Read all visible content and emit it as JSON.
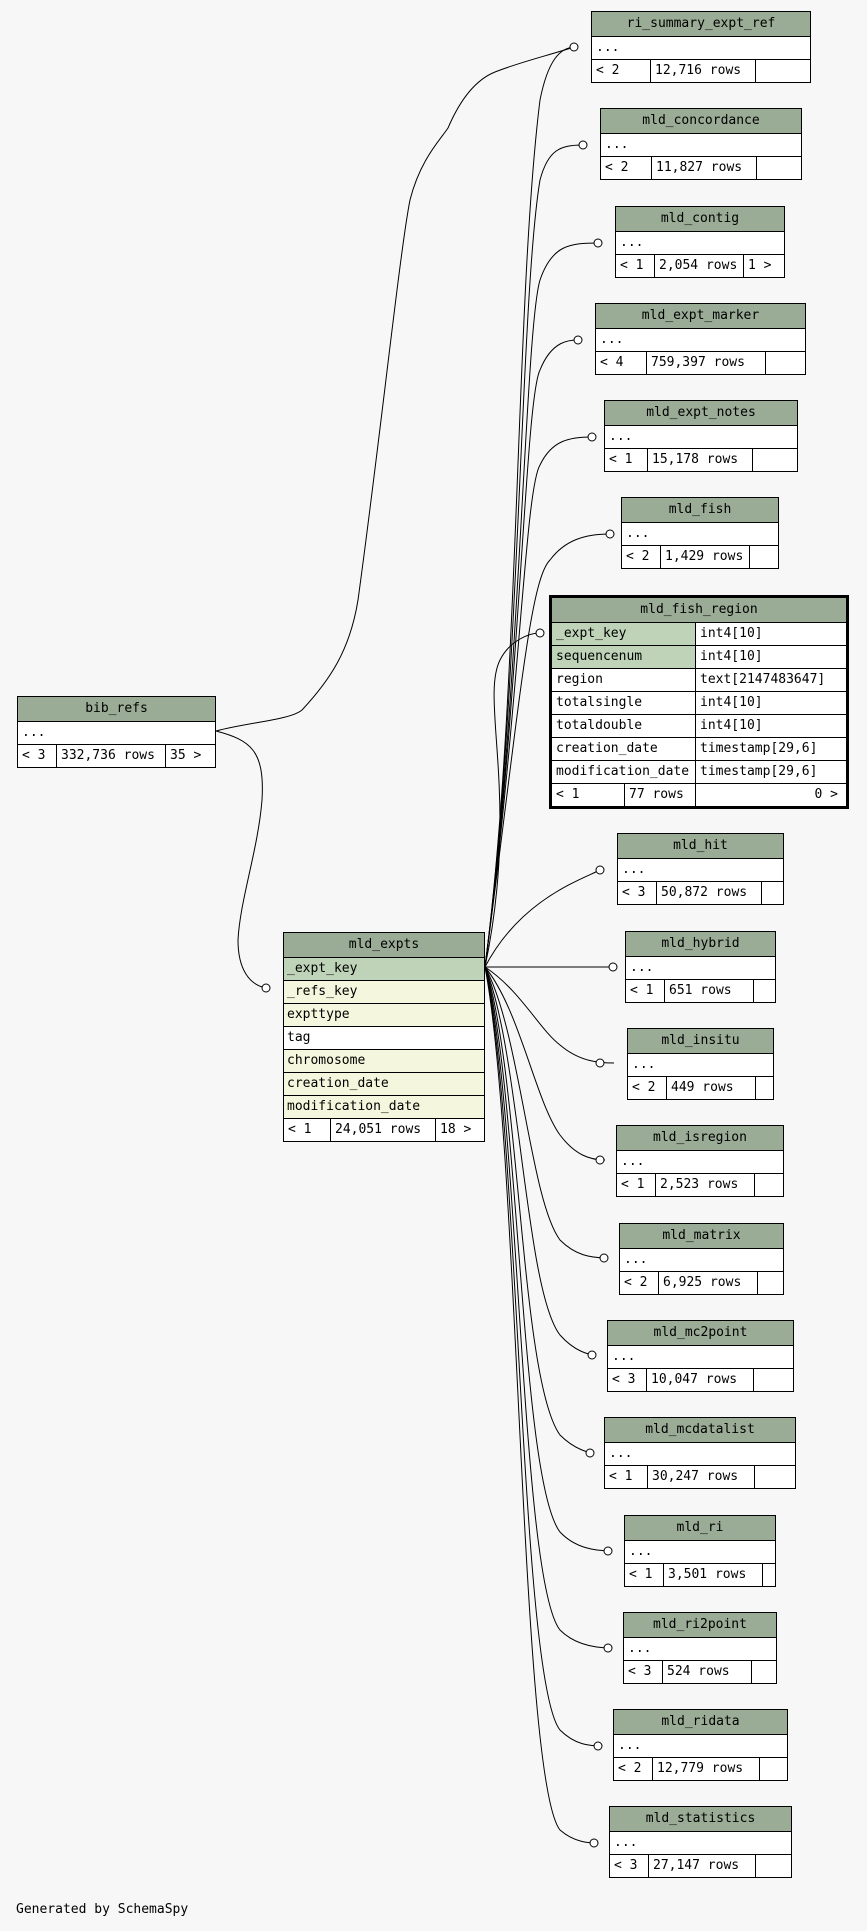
{
  "footer": "Generated by SchemaSpy",
  "colors": {
    "header": "#9aab96",
    "pk": "#bfd3b8",
    "fk": "#f4f7dd"
  },
  "tables": {
    "ri_summary_expt_ref": {
      "name": "ri_summary_expt_ref",
      "cols": "...",
      "left": "< 2",
      "rows": "12,716 rows",
      "right": ""
    },
    "mld_concordance": {
      "name": "mld_concordance",
      "cols": "...",
      "left": "< 2",
      "rows": "11,827 rows",
      "right": ""
    },
    "mld_contig": {
      "name": "mld_contig",
      "cols": "...",
      "left": "< 1",
      "rows": "2,054 rows",
      "right": "1 >"
    },
    "mld_expt_marker": {
      "name": "mld_expt_marker",
      "cols": "...",
      "left": "< 4",
      "rows": "759,397 rows",
      "right": ""
    },
    "mld_expt_notes": {
      "name": "mld_expt_notes",
      "cols": "...",
      "left": "< 1",
      "rows": "15,178 rows",
      "right": ""
    },
    "mld_fish": {
      "name": "mld_fish",
      "cols": "...",
      "left": "< 2",
      "rows": "1,429 rows",
      "right": ""
    },
    "mld_hit": {
      "name": "mld_hit",
      "cols": "...",
      "left": "< 3",
      "rows": "50,872 rows",
      "right": ""
    },
    "mld_hybrid": {
      "name": "mld_hybrid",
      "cols": "...",
      "left": "< 1",
      "rows": "651 rows",
      "right": ""
    },
    "mld_insitu": {
      "name": "mld_insitu",
      "cols": "...",
      "left": "< 2",
      "rows": "449 rows",
      "right": ""
    },
    "mld_isregion": {
      "name": "mld_isregion",
      "cols": "...",
      "left": "< 1",
      "rows": "2,523 rows",
      "right": ""
    },
    "mld_matrix": {
      "name": "mld_matrix",
      "cols": "...",
      "left": "< 2",
      "rows": "6,925 rows",
      "right": ""
    },
    "mld_mc2point": {
      "name": "mld_mc2point",
      "cols": "...",
      "left": "< 3",
      "rows": "10,047 rows",
      "right": ""
    },
    "mld_mcdatalist": {
      "name": "mld_mcdatalist",
      "cols": "...",
      "left": "< 1",
      "rows": "30,247 rows",
      "right": ""
    },
    "mld_ri": {
      "name": "mld_ri",
      "cols": "...",
      "left": "< 1",
      "rows": "3,501 rows",
      "right": ""
    },
    "mld_ri2point": {
      "name": "mld_ri2point",
      "cols": "...",
      "left": "< 3",
      "rows": "524 rows",
      "right": ""
    },
    "mld_ridata": {
      "name": "mld_ridata",
      "cols": "...",
      "left": "< 2",
      "rows": "12,779 rows",
      "right": ""
    },
    "mld_statistics": {
      "name": "mld_statistics",
      "cols": "...",
      "left": "< 3",
      "rows": "27,147 rows",
      "right": ""
    },
    "bib_refs": {
      "name": "bib_refs",
      "cols": "...",
      "left": "< 3",
      "rows": "332,736 rows",
      "right": "35 >"
    }
  },
  "mld_fish_region": {
    "name": "mld_fish_region",
    "columns": [
      {
        "name": "_expt_key",
        "type": "int4[10]"
      },
      {
        "name": "sequencenum",
        "type": "int4[10]"
      },
      {
        "name": "region",
        "type": "text[2147483647]"
      },
      {
        "name": "totalsingle",
        "type": "int4[10]"
      },
      {
        "name": "totaldouble",
        "type": "int4[10]"
      },
      {
        "name": "creation_date",
        "type": "timestamp[29,6]"
      },
      {
        "name": "modification_date",
        "type": "timestamp[29,6]"
      }
    ],
    "left": "< 1",
    "rows": "77 rows",
    "right": "0 >"
  },
  "mld_expts": {
    "name": "mld_expts",
    "columns": [
      "_expt_key",
      "_refs_key",
      "expttype",
      "tag",
      "chromosome",
      "creation_date",
      "modification_date"
    ],
    "left": "< 1",
    "rows": "24,051 rows",
    "right": "18 >"
  }
}
